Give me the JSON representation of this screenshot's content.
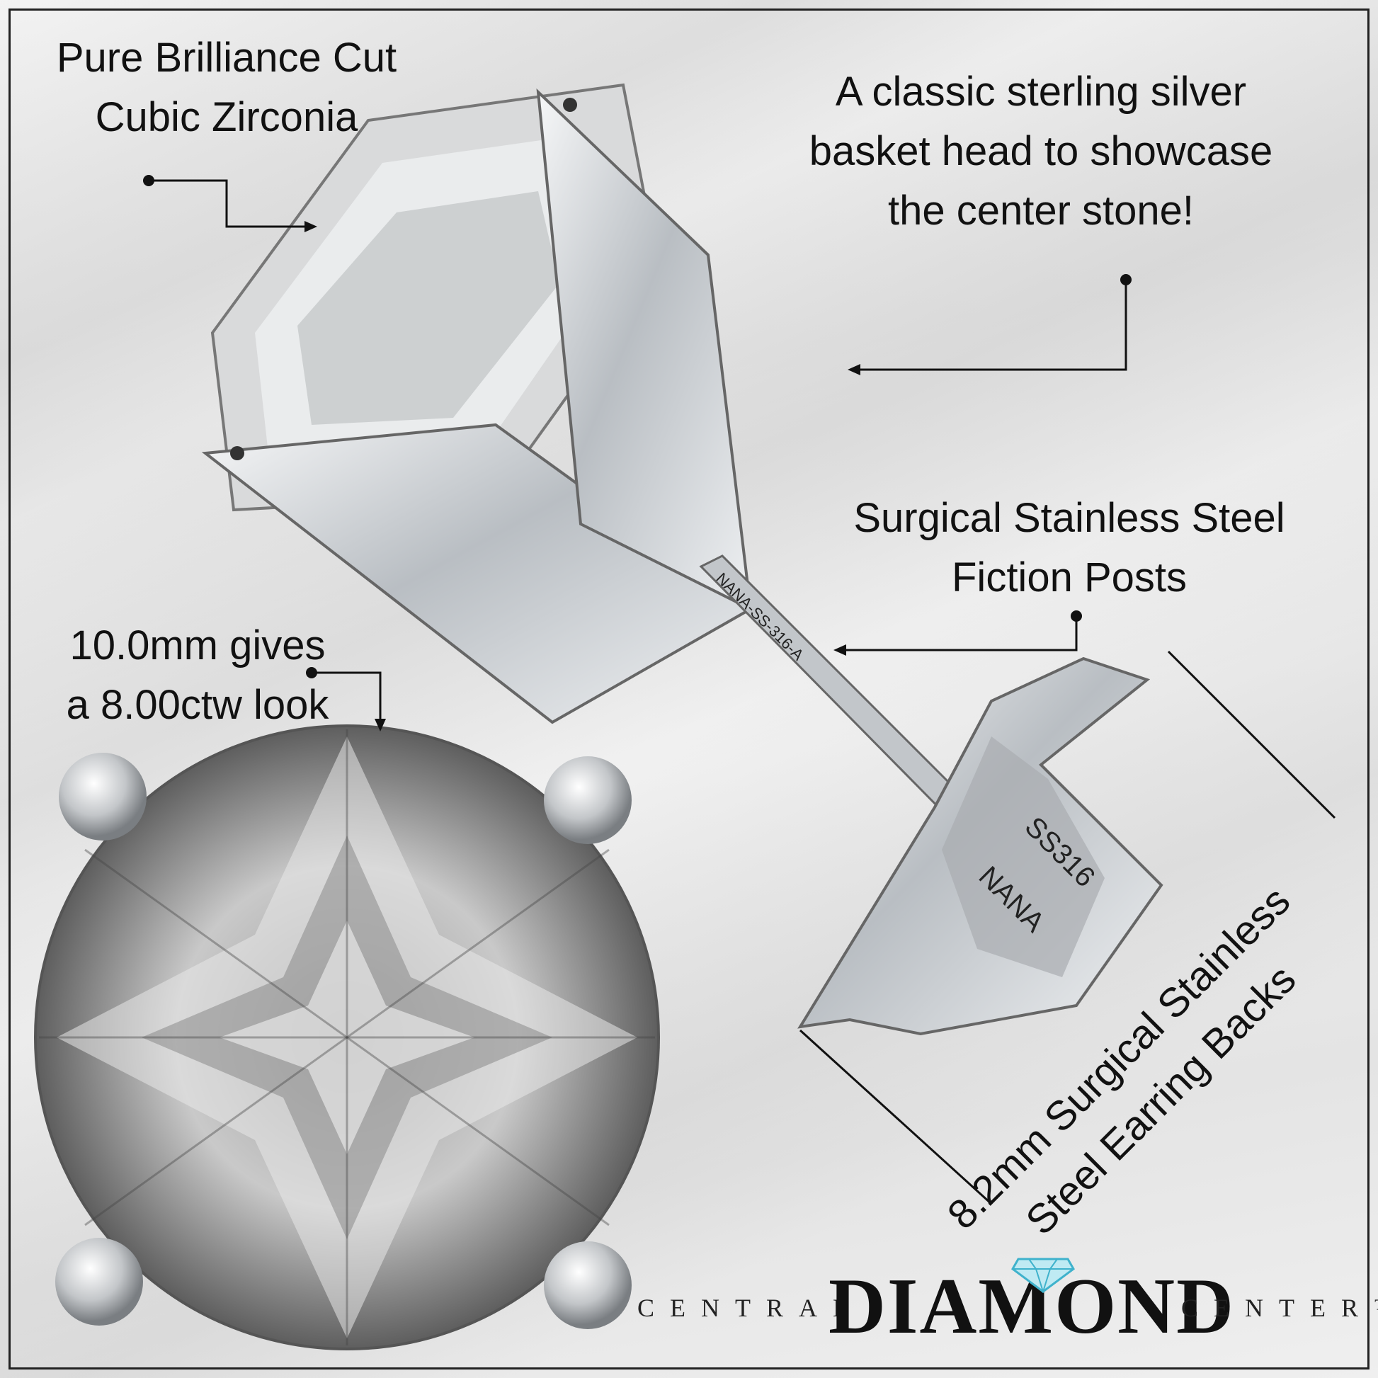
{
  "labels": {
    "cubic_zirconia": [
      "Pure Brilliance Cut",
      "Cubic Zirconia"
    ],
    "basket_head": [
      "A classic sterling silver",
      "basket head to showcase",
      "the center stone!"
    ],
    "posts": [
      "Surgical Stainless Steel",
      "Fiction Posts"
    ],
    "size": [
      "10.0mm gives",
      "a 8.00ctw look"
    ],
    "backs": [
      "8.2mm Surgical Stainless",
      "Steel Earring Backs"
    ]
  },
  "engravings": {
    "post": "NANA-SS-316-A",
    "back_line1": "SS316",
    "back_line2": "NANA"
  },
  "logo": {
    "central": "CENTRAL",
    "diamond": "DIAMOND",
    "center": "CENTER™"
  },
  "colors": {
    "text": "#111111",
    "metal": "#c8ccd0",
    "accent_gem": "#5bc6dc"
  },
  "icons": [
    "diamond-logo-icon"
  ]
}
